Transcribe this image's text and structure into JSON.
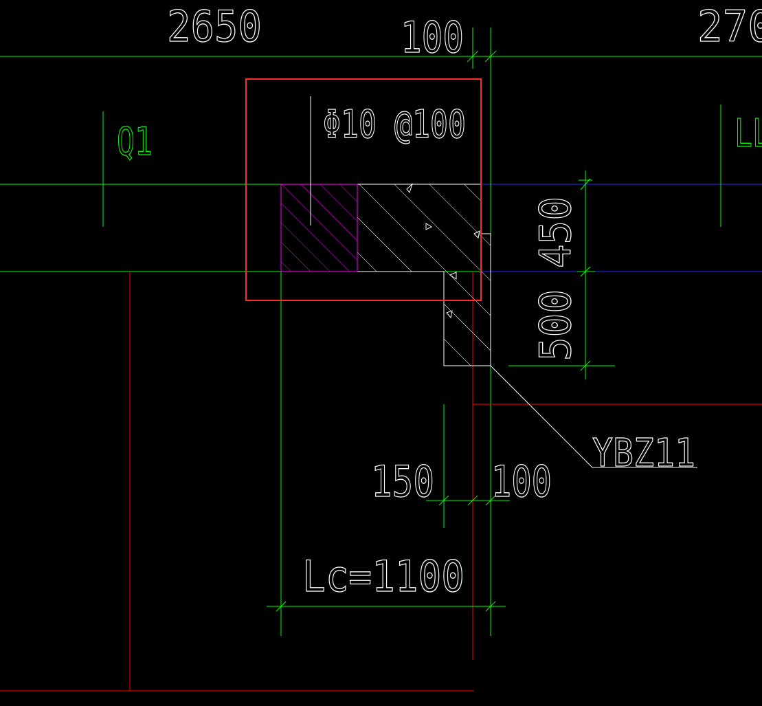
{
  "colors": {
    "background": "#000000",
    "green": "#00ff00",
    "red": "#ff0000",
    "white": "#ffffff",
    "magenta": "#ff00ff",
    "blue": "#0000aa",
    "highlight": "#ff2020"
  },
  "dimensions": {
    "top_left": "2650",
    "top_mid": "100",
    "top_right": "270",
    "right_upper": "450",
    "right_lower": "500",
    "bottom_left": "150",
    "bottom_right": "100",
    "lc": "Lc=1100"
  },
  "labels": {
    "rebar": "Φ10 @100",
    "wall_left": "Q1",
    "wall_right": "LL",
    "edge_member": "YBZ11"
  }
}
